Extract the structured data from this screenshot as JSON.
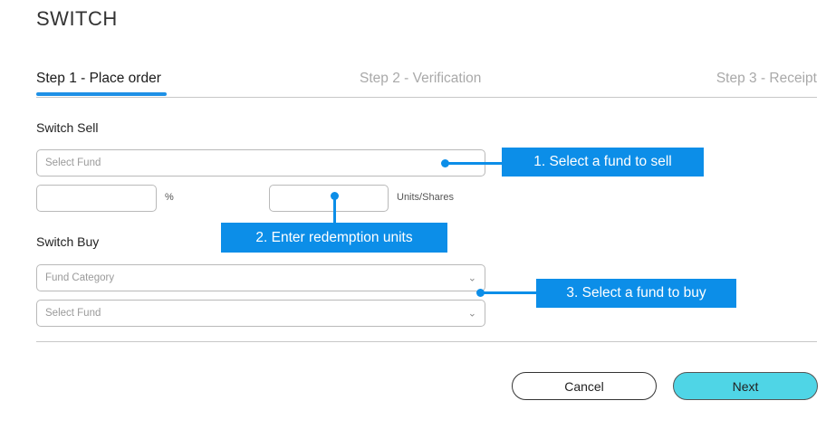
{
  "page": {
    "title": "SWITCH"
  },
  "steps": [
    {
      "label": "Step 1 - Place order",
      "active": true
    },
    {
      "label": "Step 2 - Verification",
      "active": false
    },
    {
      "label": "Step 3 - Receipt",
      "active": false
    }
  ],
  "switch_sell": {
    "heading": "Switch Sell",
    "fund_placeholder": "Select Fund",
    "percent_value": "",
    "percent_unit": "%",
    "units_value": "",
    "units_unit": "Units/Shares"
  },
  "switch_buy": {
    "heading": "Switch Buy",
    "category_placeholder": "Fund Category",
    "fund_placeholder": "Select Fund",
    "chevron_glyph": "⌄"
  },
  "actions": {
    "cancel_label": "Cancel",
    "next_label": "Next"
  },
  "callouts": {
    "sell": "1. Select a fund to sell",
    "units": "2. Enter redemption units",
    "buy": "3. Select a fund to buy"
  },
  "colors": {
    "accent": "#1e90e6",
    "callout": "#0c8ee8",
    "next_button": "#4fd5e6"
  }
}
